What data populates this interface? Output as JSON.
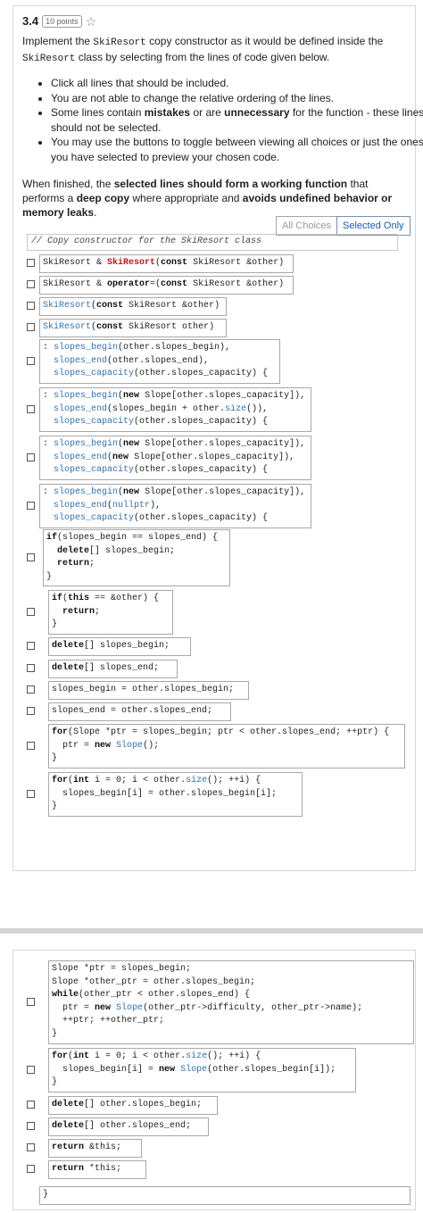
{
  "question": {
    "number": "3.4",
    "points": "10 points",
    "intro_parts": [
      "Implement the ",
      "SkiResort",
      " copy constructor as it would be defined inside the ",
      "SkiResort",
      " class by selecting from the lines of code given below."
    ],
    "bullets": [
      "Click all lines that should be included.",
      "You are not able to change the relative ordering of the lines.",
      [
        "Some lines contain ",
        "mistakes",
        " or are ",
        "unnecessary",
        " for the function - these lines should not be selected."
      ],
      "You may use the buttons to toggle between viewing all choices or just the ones you have selected to preview your chosen code."
    ],
    "finish_parts": [
      "When finished, the ",
      "selected lines should form a working function",
      " that performs a ",
      "deep copy",
      " where appropriate and ",
      "avoids undefined behavior or memory leaks",
      "."
    ]
  },
  "toggle": {
    "all": "All Choices",
    "selected": "Selected Only"
  },
  "header_comment": "// Copy constructor for the SkiResort class",
  "choices": [
    {
      "lines": [
        [
          [
            "SkiResort & ",
            ""
          ],
          [
            "SkiResort",
            "red"
          ],
          [
            "(",
            ""
          ],
          [
            "const",
            "kw"
          ],
          [
            " SkiResort &other)",
            ""
          ]
        ]
      ]
    },
    {
      "lines": [
        [
          [
            "SkiResort & ",
            ""
          ],
          [
            "operator",
            "kw"
          ],
          [
            "=(",
            ""
          ],
          [
            "const",
            "kw"
          ],
          [
            " SkiResort &other)",
            ""
          ]
        ]
      ]
    },
    {
      "lines": [
        [
          [
            "SkiResort",
            "fn"
          ],
          [
            "(",
            ""
          ],
          [
            "const",
            "kw"
          ],
          [
            " SkiResort &other)",
            ""
          ]
        ]
      ]
    },
    {
      "lines": [
        [
          [
            "SkiResort",
            "fn"
          ],
          [
            "(",
            ""
          ],
          [
            "const",
            "kw"
          ],
          [
            " SkiResort other)",
            ""
          ]
        ]
      ]
    },
    {
      "lines": [
        [
          [
            ": ",
            ""
          ],
          [
            "slopes_begin",
            "fn"
          ],
          [
            "(other.slopes_begin),",
            ""
          ]
        ],
        [
          [
            "  ",
            ""
          ],
          [
            "slopes_end",
            "fn"
          ],
          [
            "(other.slopes_end),",
            ""
          ]
        ],
        [
          [
            "  ",
            ""
          ],
          [
            "slopes_capacity",
            "fn"
          ],
          [
            "(other.slopes_capacity) {",
            ""
          ]
        ]
      ]
    },
    {
      "lines": [
        [
          [
            ": ",
            ""
          ],
          [
            "slopes_begin",
            "fn"
          ],
          [
            "(",
            ""
          ],
          [
            "new",
            "kw"
          ],
          [
            " Slope[other.slopes_capacity]),",
            ""
          ]
        ],
        [
          [
            "  ",
            ""
          ],
          [
            "slopes_end",
            "fn"
          ],
          [
            "(slopes_begin + other.",
            ""
          ],
          [
            "size",
            "fn"
          ],
          [
            "()),",
            ""
          ]
        ],
        [
          [
            "  ",
            ""
          ],
          [
            "slopes_capacity",
            "fn"
          ],
          [
            "(other.slopes_capacity) {",
            ""
          ]
        ]
      ]
    },
    {
      "lines": [
        [
          [
            ": ",
            ""
          ],
          [
            "slopes_begin",
            "fn"
          ],
          [
            "(",
            ""
          ],
          [
            "new",
            "kw"
          ],
          [
            " Slope[other.slopes_capacity]),",
            ""
          ]
        ],
        [
          [
            "  ",
            ""
          ],
          [
            "slopes_end",
            "fn"
          ],
          [
            "(",
            ""
          ],
          [
            "new",
            "kw"
          ],
          [
            " Slope[other.slopes_capacity]),",
            ""
          ]
        ],
        [
          [
            "  ",
            ""
          ],
          [
            "slopes_capacity",
            "fn"
          ],
          [
            "(other.slopes_capacity) {",
            ""
          ]
        ]
      ]
    },
    {
      "lines": [
        [
          [
            ": ",
            ""
          ],
          [
            "slopes_begin",
            "fn"
          ],
          [
            "(",
            ""
          ],
          [
            "new",
            "kw"
          ],
          [
            " Slope[other.slopes_capacity]),",
            ""
          ]
        ],
        [
          [
            "  ",
            ""
          ],
          [
            "slopes_end",
            "fn"
          ],
          [
            "(",
            ""
          ],
          [
            "nullptr",
            "fn"
          ],
          [
            "),",
            ""
          ]
        ],
        [
          [
            "  ",
            ""
          ],
          [
            "slopes_capacity",
            "fn"
          ],
          [
            "(other.slopes_capacity) {",
            ""
          ]
        ]
      ]
    },
    {
      "lines": [
        [
          [
            "if",
            "kw"
          ],
          [
            "(slopes_begin == slopes_end) {",
            ""
          ]
        ],
        [
          [
            "  ",
            ""
          ],
          [
            "delete",
            "kw"
          ],
          [
            "[] slopes_begin;",
            ""
          ]
        ],
        [
          [
            "  ",
            ""
          ],
          [
            "return",
            "kw"
          ],
          [
            ";",
            ""
          ]
        ],
        [
          [
            "}",
            ""
          ]
        ]
      ]
    },
    {
      "lines": [
        [
          [
            "if",
            "kw"
          ],
          [
            "(",
            ""
          ],
          [
            "this",
            "kw"
          ],
          [
            " == &other) {",
            ""
          ]
        ],
        [
          [
            "  ",
            ""
          ],
          [
            "return",
            "kw"
          ],
          [
            ";",
            ""
          ]
        ],
        [
          [
            "}",
            ""
          ]
        ]
      ]
    },
    {
      "lines": [
        [
          [
            "delete",
            "kw"
          ],
          [
            "[] slopes_begin;",
            ""
          ]
        ]
      ]
    },
    {
      "lines": [
        [
          [
            "delete",
            "kw"
          ],
          [
            "[] slopes_end;",
            ""
          ]
        ]
      ]
    },
    {
      "lines": [
        [
          [
            "slopes_begin = other.slopes_begin;",
            ""
          ]
        ]
      ]
    },
    {
      "lines": [
        [
          [
            "slopes_end = other.slopes_end;",
            ""
          ]
        ]
      ]
    },
    {
      "lines": [
        [
          [
            "for",
            "kw"
          ],
          [
            "(Slope *ptr = slopes_begin; ptr < other.slopes_end; ++ptr) {",
            ""
          ]
        ],
        [
          [
            "  ptr = ",
            ""
          ],
          [
            "new",
            "kw"
          ],
          [
            " ",
            ""
          ],
          [
            "Slope",
            "fn"
          ],
          [
            "();",
            ""
          ]
        ],
        [
          [
            "}",
            ""
          ]
        ]
      ]
    },
    {
      "lines": [
        [
          [
            "for",
            "kw"
          ],
          [
            "(",
            ""
          ],
          [
            "int",
            "kw"
          ],
          [
            " i = 0; i < other.",
            ""
          ],
          [
            "size",
            "fn"
          ],
          [
            "(); ++i) {",
            ""
          ]
        ],
        [
          [
            "  slopes_begin[i] = other.slopes_begin[i];",
            ""
          ]
        ],
        [
          [
            "}",
            ""
          ]
        ]
      ]
    },
    {
      "lines": [
        [
          [
            "Slope *ptr = slopes_begin;",
            ""
          ]
        ],
        [
          [
            "Slope *other_ptr = other.slopes_begin;",
            ""
          ]
        ],
        [
          [
            "while",
            "kw"
          ],
          [
            "(other_ptr < other.slopes_end) {",
            ""
          ]
        ],
        [
          [
            "  ptr = ",
            ""
          ],
          [
            "new",
            "kw"
          ],
          [
            " ",
            ""
          ],
          [
            "Slope",
            "fn"
          ],
          [
            "(other_ptr->difficulty, other_ptr->name);",
            ""
          ]
        ],
        [
          [
            "  ++ptr; ++other_ptr;",
            ""
          ]
        ],
        [
          [
            "}",
            ""
          ]
        ]
      ]
    },
    {
      "lines": [
        [
          [
            "for",
            "kw"
          ],
          [
            "(",
            ""
          ],
          [
            "int",
            "kw"
          ],
          [
            " i = 0; i < other.",
            ""
          ],
          [
            "size",
            "fn"
          ],
          [
            "(); ++i) {",
            ""
          ]
        ],
        [
          [
            "  slopes_begin[i] = ",
            ""
          ],
          [
            "new",
            "kw"
          ],
          [
            " ",
            ""
          ],
          [
            "Slope",
            "fn"
          ],
          [
            "(other.slopes_begin[i]);",
            ""
          ]
        ],
        [
          [
            "}",
            ""
          ]
        ]
      ]
    },
    {
      "lines": [
        [
          [
            "delete",
            "kw"
          ],
          [
            "[] other.slopes_begin;",
            ""
          ]
        ]
      ]
    },
    {
      "lines": [
        [
          [
            "delete",
            "kw"
          ],
          [
            "[] other.slopes_end;",
            ""
          ]
        ]
      ]
    },
    {
      "lines": [
        [
          [
            "return",
            "kw"
          ],
          [
            " &this;",
            ""
          ]
        ]
      ]
    },
    {
      "lines": [
        [
          [
            "return",
            "kw"
          ],
          [
            " *this;",
            ""
          ]
        ]
      ]
    }
  ],
  "footer_brace": "}"
}
